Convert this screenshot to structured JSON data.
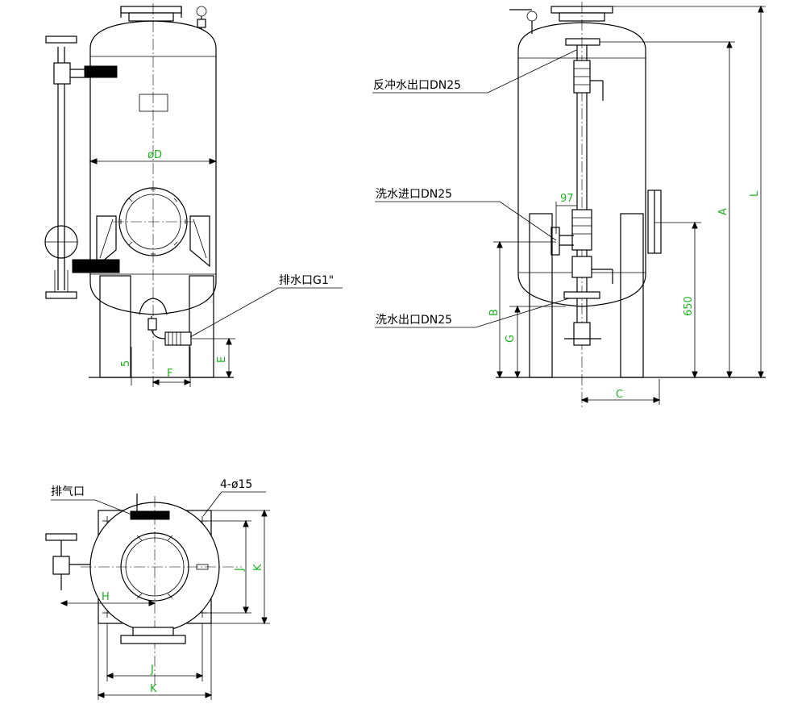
{
  "callouts": {
    "drain": "排水口G1\"",
    "backwash_outlet": "反冲水出口DN25",
    "wash_inlet": "洗水进口DN25",
    "wash_outlet": "洗水出口DN25",
    "vent": "排气口",
    "holes": "4-ø15"
  },
  "dims": {
    "diameter": "øD",
    "five": "5",
    "f": "F",
    "e": "E",
    "ninety_seven": "97",
    "a": "A",
    "l": "L",
    "b": "B",
    "g": "G",
    "c": "C",
    "six_fifty": "650",
    "h": "H",
    "j_side": "J",
    "k_side": "K",
    "j_bottom": "J",
    "k_bottom": "K"
  }
}
